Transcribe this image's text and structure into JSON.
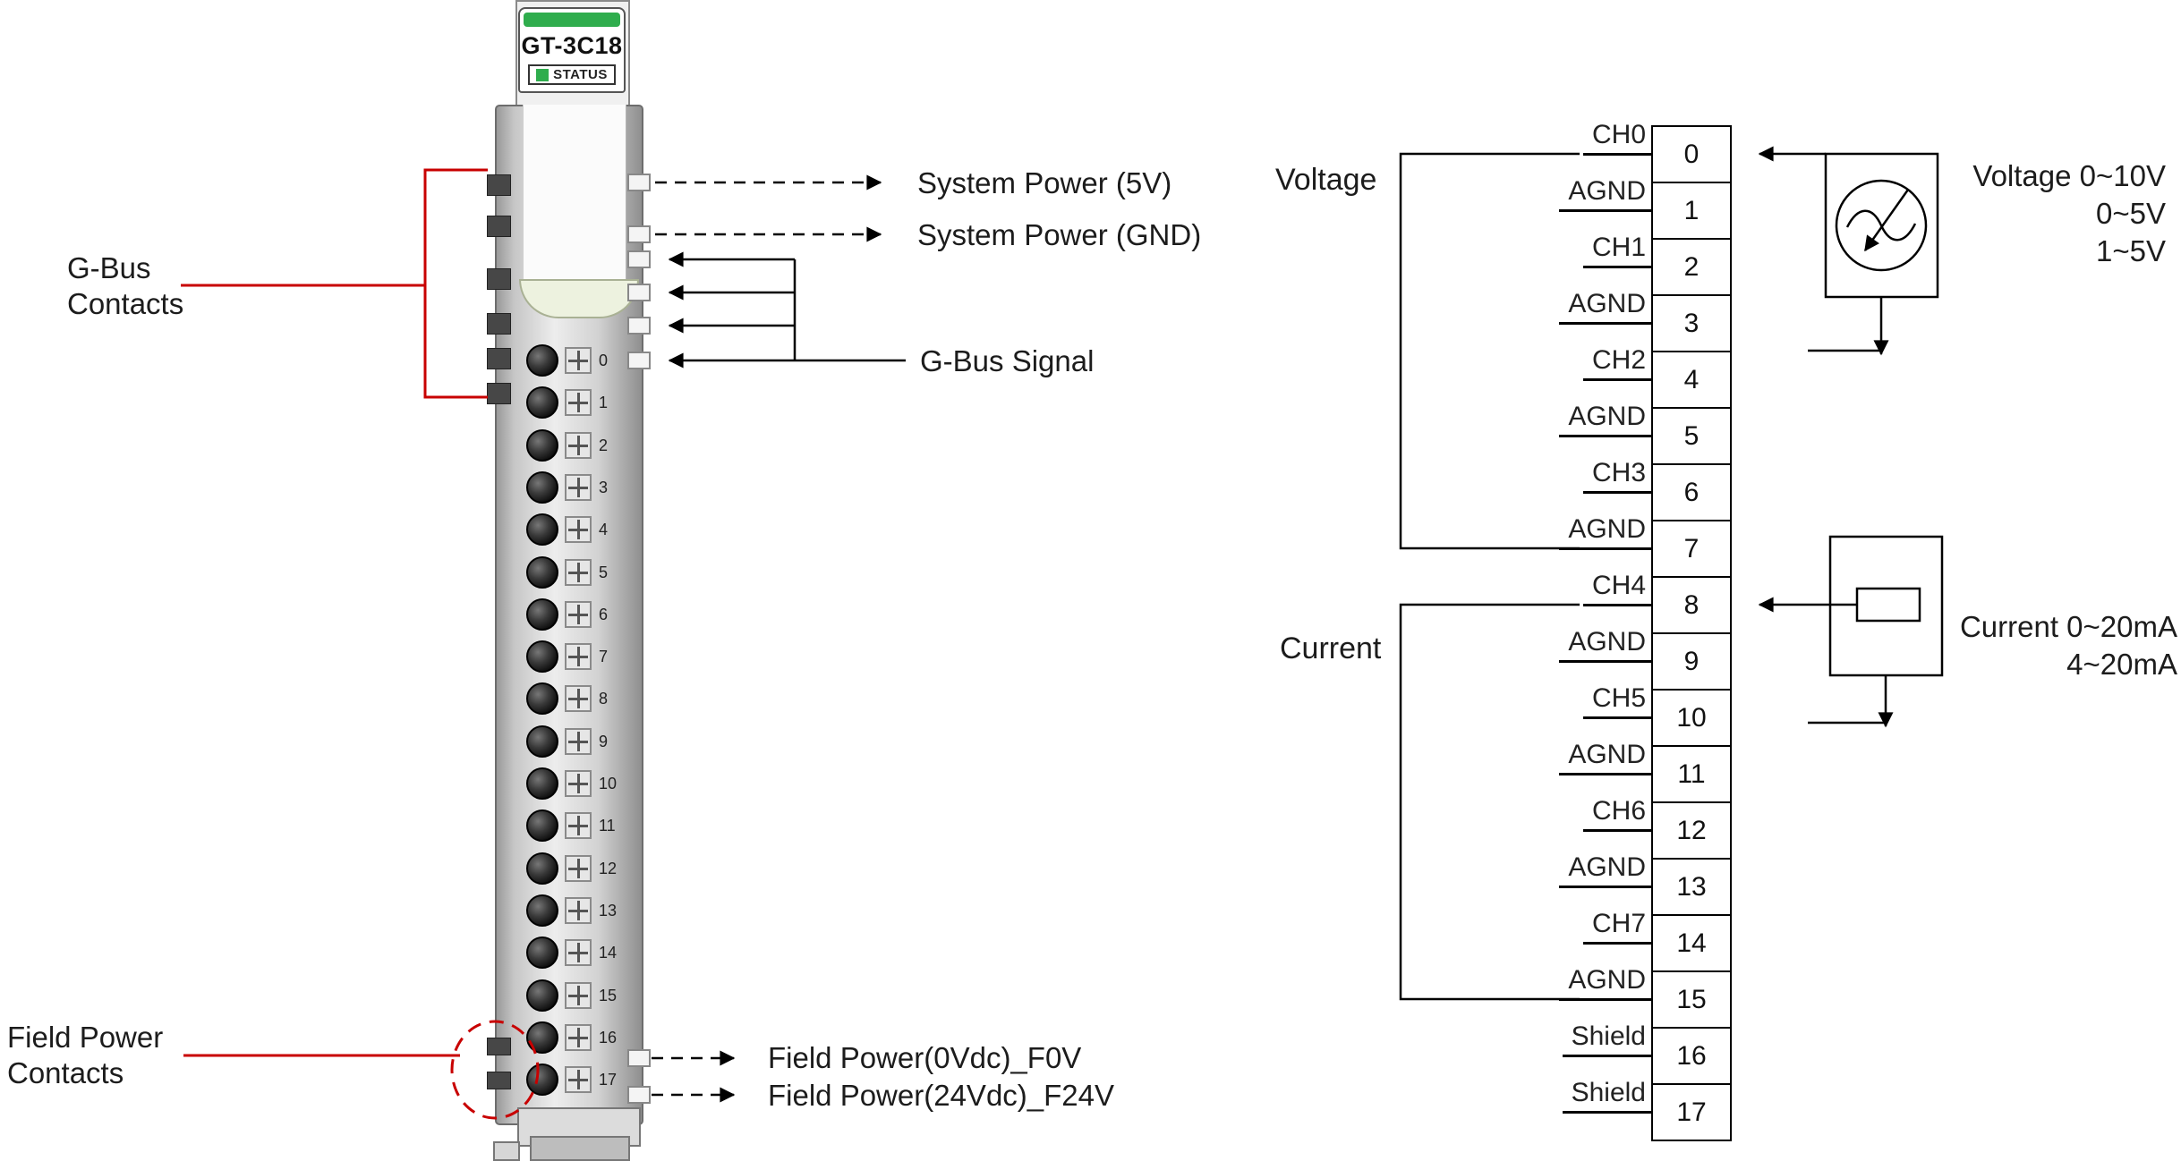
{
  "module": {
    "model": "GT-3C18",
    "status_label": "STATUS",
    "terminal_numbers": [
      "0",
      "1",
      "2",
      "3",
      "4",
      "5",
      "6",
      "7",
      "8",
      "9",
      "10",
      "11",
      "12",
      "13",
      "14",
      "15",
      "16",
      "17"
    ],
    "callouts": {
      "gbus_contacts": [
        "G-Bus",
        "Contacts"
      ],
      "field_power_contacts": [
        "Field Power",
        "Contacts"
      ],
      "system_power_5v": "System Power (5V)",
      "system_power_gnd": "System Power (GND)",
      "gbus_signal": "G-Bus Signal",
      "field_power_0v": "Field Power(0Vdc)_F0V",
      "field_power_24v": "Field Power(24Vdc)_F24V"
    }
  },
  "terminal_block": {
    "rows": [
      {
        "label": "CH0",
        "number": "0"
      },
      {
        "label": "AGND",
        "number": "1"
      },
      {
        "label": "CH1",
        "number": "2"
      },
      {
        "label": "AGND",
        "number": "3"
      },
      {
        "label": "CH2",
        "number": "4"
      },
      {
        "label": "AGND",
        "number": "5"
      },
      {
        "label": "CH3",
        "number": "6"
      },
      {
        "label": "AGND",
        "number": "7"
      },
      {
        "label": "CH4",
        "number": "8"
      },
      {
        "label": "AGND",
        "number": "9"
      },
      {
        "label": "CH5",
        "number": "10"
      },
      {
        "label": "AGND",
        "number": "11"
      },
      {
        "label": "CH6",
        "number": "12"
      },
      {
        "label": "AGND",
        "number": "13"
      },
      {
        "label": "CH7",
        "number": "14"
      },
      {
        "label": "AGND",
        "number": "15"
      },
      {
        "label": "Shield",
        "number": "16"
      },
      {
        "label": "Shield",
        "number": "17"
      }
    ],
    "groups": [
      {
        "label": "Voltage"
      },
      {
        "label": "Current"
      }
    ],
    "annotations": {
      "voltage_lines": [
        "Voltage 0~10V",
        "0~5V",
        "1~5V"
      ],
      "current_lines": [
        "Current 0~20mA",
        "4~20mA"
      ]
    }
  },
  "colors": {
    "accent_red": "#c80000",
    "status_green": "#2fad4d",
    "line_black": "#000000"
  }
}
